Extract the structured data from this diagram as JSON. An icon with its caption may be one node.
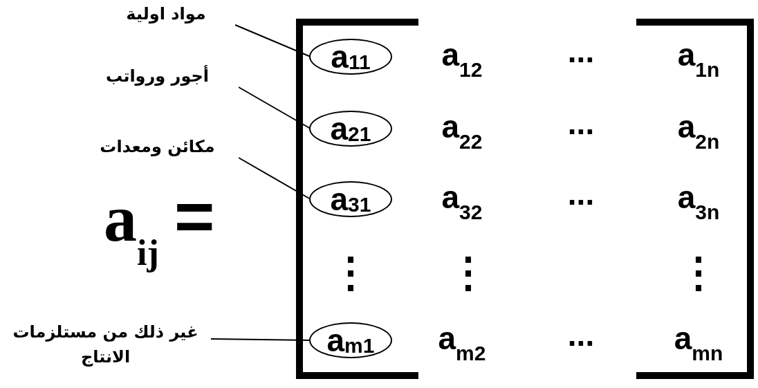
{
  "diagram": {
    "nodes": [
      {
        "text": [
          "مواد اولية"
        ]
      },
      {
        "text": [
          "أجور ورواتب"
        ]
      },
      {
        "text": [
          "مكائن ومعدات"
        ]
      },
      {
        "text": [
          "غير ذلك من مستلزمات الانتاج"
        ]
      },
      {
        "text": [
          "a$_{11}$"
        ]
      },
      {
        "text": [
          "a$_{21}$"
        ]
      },
      {
        "text": [
          "a$_{31}$"
        ]
      },
      {
        "text": [
          "a$_{m1}$"
        ]
      }
    ],
    "edges": [
      {
        "from": 0,
        "to": 4,
        "arrow": "none"
      },
      {
        "from": 1,
        "to": 5,
        "arrow": "none"
      },
      {
        "from": 2,
        "to": 6,
        "arrow": "none"
      },
      {
        "from": 3,
        "to": 7,
        "arrow": "none"
      }
    ],
    "labels": [
      "a$_{ij}$",
      "=",
      "a$_{12}$",
      "...",
      "a$_{1n}$",
      "a$_{22}$",
      "...",
      "a$_{2n}$",
      "a$_{32}$",
      "...",
      "a$_{3n}$",
      "⋮",
      "⋮",
      "⋮",
      "a$_{m2}$",
      "...",
      "a$_{mn}$"
    ]
  }
}
